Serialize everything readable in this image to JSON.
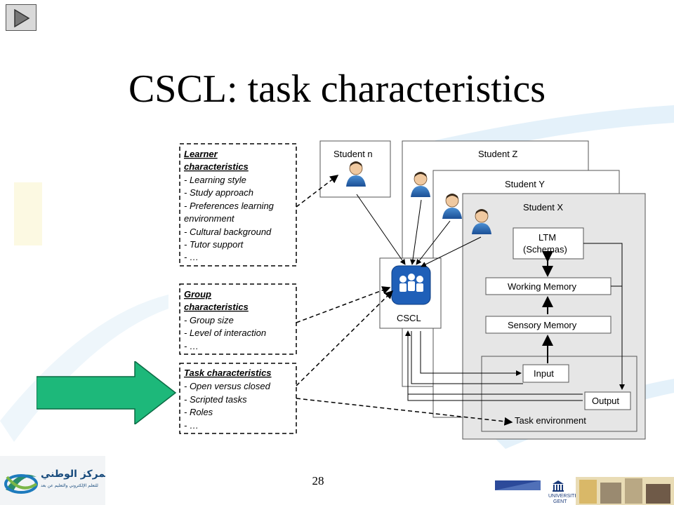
{
  "slide": {
    "title": "CSCL: task characteristics",
    "page_number": "28"
  },
  "nav": {
    "icon": "play-icon"
  },
  "diagram": {
    "learner_box": {
      "heading_line1": "Learner",
      "heading_line2": "characteristics",
      "items": [
        "- Learning style",
        "- Study approach",
        "- Preferences learning",
        "  environment",
        "- Cultural background",
        "- Tutor support",
        "- …"
      ]
    },
    "group_box": {
      "heading_line1": "Group",
      "heading_line2": "characteristics",
      "items": [
        "- Group size",
        "- Level of interaction",
        "- …"
      ]
    },
    "task_box": {
      "heading": "Task characteristics",
      "items": [
        "- Open versus closed",
        "- Scripted tasks",
        "- Roles",
        "- …"
      ]
    },
    "students": {
      "n": "Student n",
      "z": "Student Z",
      "y": "Student Y",
      "x": "Student X"
    },
    "cscl_label": "CSCL",
    "ltm_line1": "LTM",
    "ltm_line2": "(Schemas)",
    "working_memory": "Working Memory",
    "sensory_memory": "Sensory Memory",
    "input": "Input",
    "output": "Output",
    "task_environment": "Task environment"
  },
  "logos": {
    "left_arabic": "المركز الوطني",
    "left_arabic_sub": "للتعلم الإلكتروني والتعليم عن بعد",
    "right_university_line1": "UNIVERSITEIT",
    "right_university_line2": "GENT"
  },
  "colors": {
    "arrow_green": "#1db87a",
    "student_box_bg": "#e6e6e6",
    "cscl_icon_blue": "#1f5fb8"
  }
}
